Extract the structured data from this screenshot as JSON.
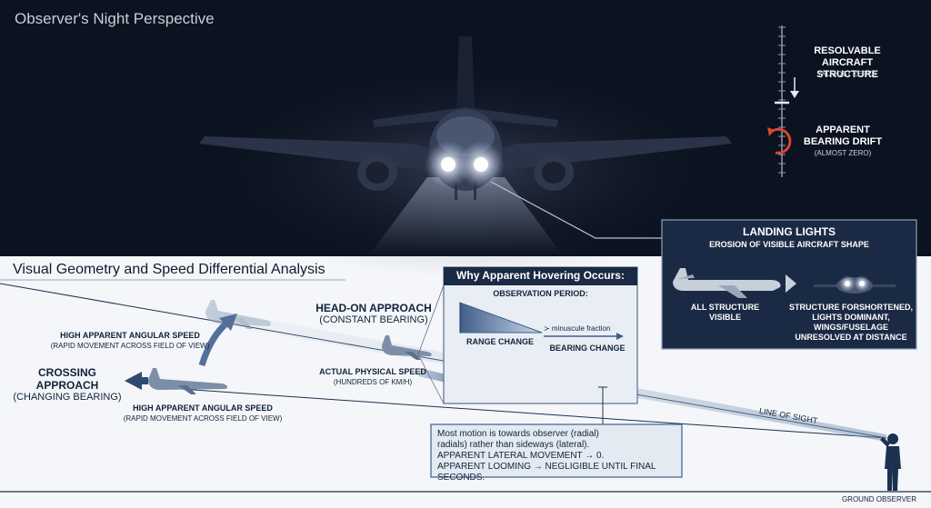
{
  "night": {
    "title": "Observer's Night Perspective",
    "structure_label_1": "RESOLVABLE",
    "structure_label_2": "AIRCRAFT STRUCTURE",
    "structure_sub": "(ALMOST ZERO)",
    "drift_label_1": "APPARENT",
    "drift_label_2": "BEARING DRIFT",
    "drift_sub": "(ALMOST ZERO)"
  },
  "landing_box": {
    "title": "LANDING LIGHTS",
    "subtitle": "EROSION OF VISIBLE AIRCRAFT SHAPE",
    "left_1": "ALL STRUCTURE",
    "left_2": "VISIBLE",
    "right_1": "STRUCTURE FORSHORTENED,",
    "right_2": "LIGHTS DOMINANT,",
    "right_3": "WINGS/FUSELAGE",
    "right_4": "UNRESOLVED AT DISTANCE"
  },
  "geometry": {
    "title": "Visual Geometry and Speed Differential Analysis",
    "high_speed_top_1": "HIGH APPARENT ANGULAR SPEED",
    "high_speed_top_2": "(RAPID MOVEMENT ACROSS FIELD OF VIEW)",
    "crossing_1": "CROSSING APPROACH",
    "crossing_2": "(CHANGING BEARING)",
    "high_speed_bottom_1": "HIGH APPARENT ANGULAR SPEED",
    "high_speed_bottom_2": "(RAPID MOVEMENT ACROSS FIELD OF VIEW)",
    "headon_1": "HEAD-ON APPROACH",
    "headon_2": "(CONSTANT BEARING)",
    "actual_1": "ACTUAL PHYSICAL SPEED",
    "actual_2": "(HUNDREDS OF KM/H)",
    "line_of_sight": "LINE OF SIGHT",
    "ground_observer": "GROUND OBSERVER"
  },
  "hover_box": {
    "title": "Why Apparent Hovering Occurs:",
    "period": "OBSERVATION PERIOD:",
    "fraction": "≻ minuscule fraction",
    "range_change": "RANGE CHANGE",
    "bearing_change": "BEARING CHANGE"
  },
  "note_box": {
    "line1": "Most motion is towards observer (radial)",
    "line2": "radials) rather than sideways (lateral).",
    "line3": "APPARENT LATERAL MOVEMENT → 0.",
    "line4": "APPARENT LOOMING → NEGLIGIBLE UNTIL FINAL SECONDS."
  },
  "colors": {
    "night_sky": "#0b1220",
    "panel_navy": "#1b2a44",
    "steel_blue": "#3d5f8a",
    "drift_red": "#d9472b",
    "ground_bg": "#f4f6f9"
  }
}
